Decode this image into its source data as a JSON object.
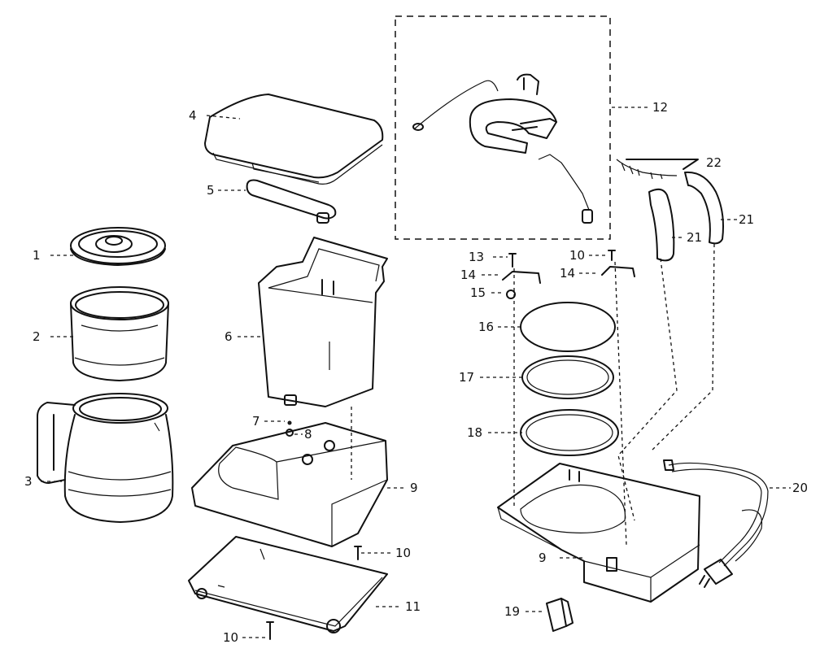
{
  "callouts": [
    {
      "text": "1"
    },
    {
      "text": "2"
    },
    {
      "text": "3"
    },
    {
      "text": "4"
    },
    {
      "text": "5"
    },
    {
      "text": "6"
    },
    {
      "text": "7"
    },
    {
      "text": "8"
    },
    {
      "text": "9"
    },
    {
      "text": "10"
    },
    {
      "text": "10"
    },
    {
      "text": "11"
    },
    {
      "text": "12"
    },
    {
      "text": "13"
    },
    {
      "text": "10"
    },
    {
      "text": "14"
    },
    {
      "text": "14"
    },
    {
      "text": "15"
    },
    {
      "text": "16"
    },
    {
      "text": "17"
    },
    {
      "text": "18"
    },
    {
      "text": "9"
    },
    {
      "text": "19"
    },
    {
      "text": "20"
    },
    {
      "text": "21"
    },
    {
      "text": "21"
    },
    {
      "text": "22"
    }
  ]
}
